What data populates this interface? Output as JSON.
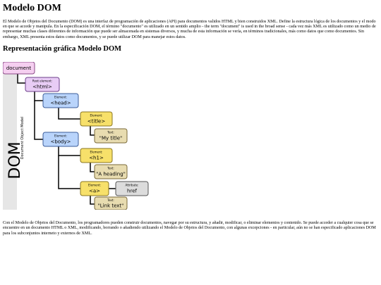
{
  "title": "Modelo DOM",
  "intro": "El Modelo de Objetos del Documento (DOM) es una interfaz de programación de aplicaciones (API) para documentos validos HTML y bien construidos XML. Define la estructura lógica de los documentos y el modo en que se accede y manipula. En la especificación DOM, el término \"documento\" es utilizado en un sentido amplio - the term \"document\" is used in the broad sense - cada vez más XML es utilizado como un medio de representar muchas clases diferentes de información que puede ser almacenada en sistemas diversos, y mucha de esta información se vería, en términos tradicionales, más como datos que como documentos. Sin embargo, XML presenta estos datos como documentos, y se puede utilizar DOM para manejar estos datos.",
  "section_heading": "Representación gráfica Modelo DOM",
  "diagram": {
    "big_label": "DOM",
    "sub_label": "Document Object Model",
    "document": "document",
    "root_caption": "Root element:",
    "root_tag": "<html>",
    "element_caption": "Element:",
    "head_tag": "<head>",
    "title_tag": "<title>",
    "text_caption": "Text:",
    "title_text": "\"My title\"",
    "body_tag": "<body>",
    "h1_tag": "<h1>",
    "h1_text": "\"A heading\"",
    "a_tag": "<a>",
    "attr_caption": "Attribute:",
    "attr_name": "href",
    "link_text": "\"Link text\""
  },
  "outro": "Con el Modelo de Objetos del Documento, los programadores pueden construir documentos, navegar por su estructura, y añadir, modificar, o eliminar elementos y contenido. Se puede acceder a cualquier cosa que se encuentre en un documento HTML o XML, modificando, borrando o añadiendo utilizando el Modelo de Objetos del Documento, con algunas excepciones - en particular, aún no se han especificado aplicaciones DOM para los subconjuntos interneto y externos de XML."
}
